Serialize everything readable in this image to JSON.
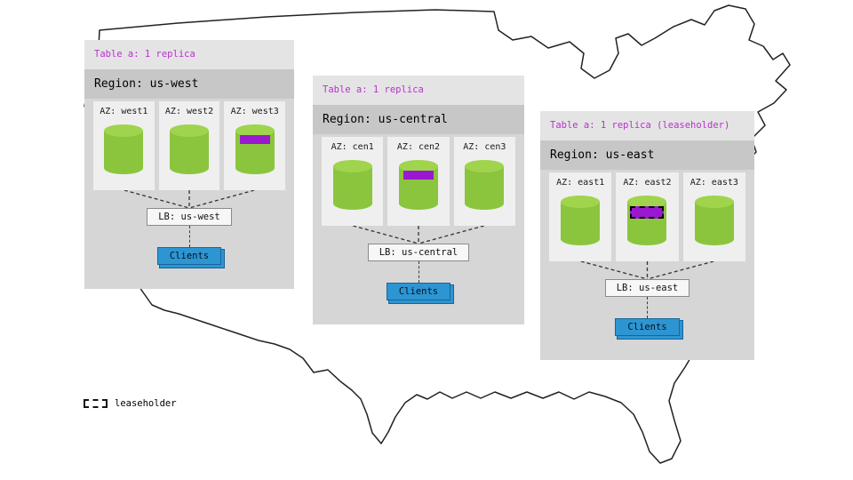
{
  "legend": {
    "label": "leaseholder"
  },
  "colors": {
    "table-label": "#bb2fd0",
    "replica": "#9a18cf",
    "cyl": "#8bc53e",
    "cyl-top": "#9fd44c",
    "clients": "#2e95d3",
    "clients-dark": "#1a6496"
  },
  "regions": [
    {
      "table_label": "Table a: 1 replica",
      "region_label": "Region: us-west",
      "azs": [
        {
          "label": "AZ: west1",
          "replica": false,
          "leaseholder": false
        },
        {
          "label": "AZ: west2",
          "replica": false,
          "leaseholder": false
        },
        {
          "label": "AZ: west3",
          "replica": true,
          "leaseholder": false
        }
      ],
      "lb_label": "LB: us-west",
      "clients_label": "Clients"
    },
    {
      "table_label": "Table a: 1 replica",
      "region_label": "Region: us-central",
      "azs": [
        {
          "label": "AZ: cen1",
          "replica": false,
          "leaseholder": false
        },
        {
          "label": "AZ: cen2",
          "replica": true,
          "leaseholder": false
        },
        {
          "label": "AZ: cen3",
          "replica": false,
          "leaseholder": false
        }
      ],
      "lb_label": "LB: us-central",
      "clients_label": "Clients"
    },
    {
      "table_label": "Table a: 1 replica (leaseholder)",
      "region_label": "Region: us-east",
      "azs": [
        {
          "label": "AZ: east1",
          "replica": false,
          "leaseholder": false
        },
        {
          "label": "AZ: east2",
          "replica": true,
          "leaseholder": true
        },
        {
          "label": "AZ: east3",
          "replica": false,
          "leaseholder": false
        }
      ],
      "lb_label": "LB: us-east",
      "clients_label": "Clients"
    }
  ]
}
